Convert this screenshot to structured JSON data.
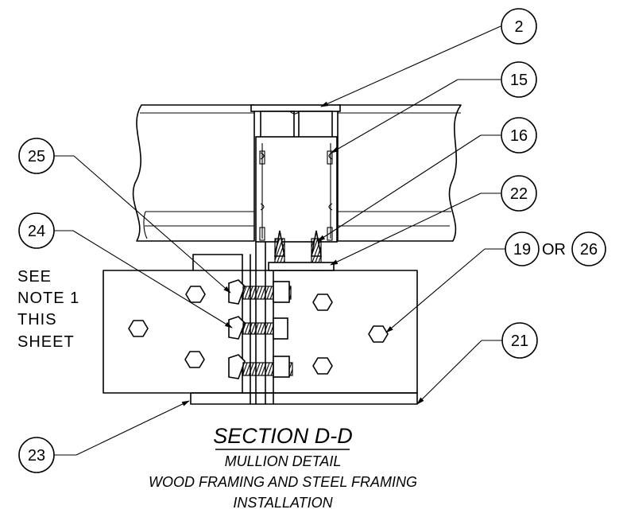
{
  "callouts": [
    {
      "id": "c2",
      "label": "2"
    },
    {
      "id": "c15",
      "label": "15"
    },
    {
      "id": "c16",
      "label": "16"
    },
    {
      "id": "c22",
      "label": "22"
    },
    {
      "id": "c19",
      "label": "19"
    },
    {
      "id": "c26",
      "label": "26"
    },
    {
      "id": "c21",
      "label": "21"
    },
    {
      "id": "c25",
      "label": "25"
    },
    {
      "id": "c24",
      "label": "24"
    },
    {
      "id": "c23",
      "label": "23"
    }
  ],
  "connector_text": "OR",
  "note": {
    "line1": "SEE",
    "line2": "NOTE 1",
    "line3": "THIS",
    "line4": "SHEET"
  },
  "title": {
    "main": "SECTION D-D",
    "sub1": "MULLION DETAIL",
    "sub2": "WOOD FRAMING AND STEEL FRAMING",
    "sub3": "INSTALLATION"
  }
}
